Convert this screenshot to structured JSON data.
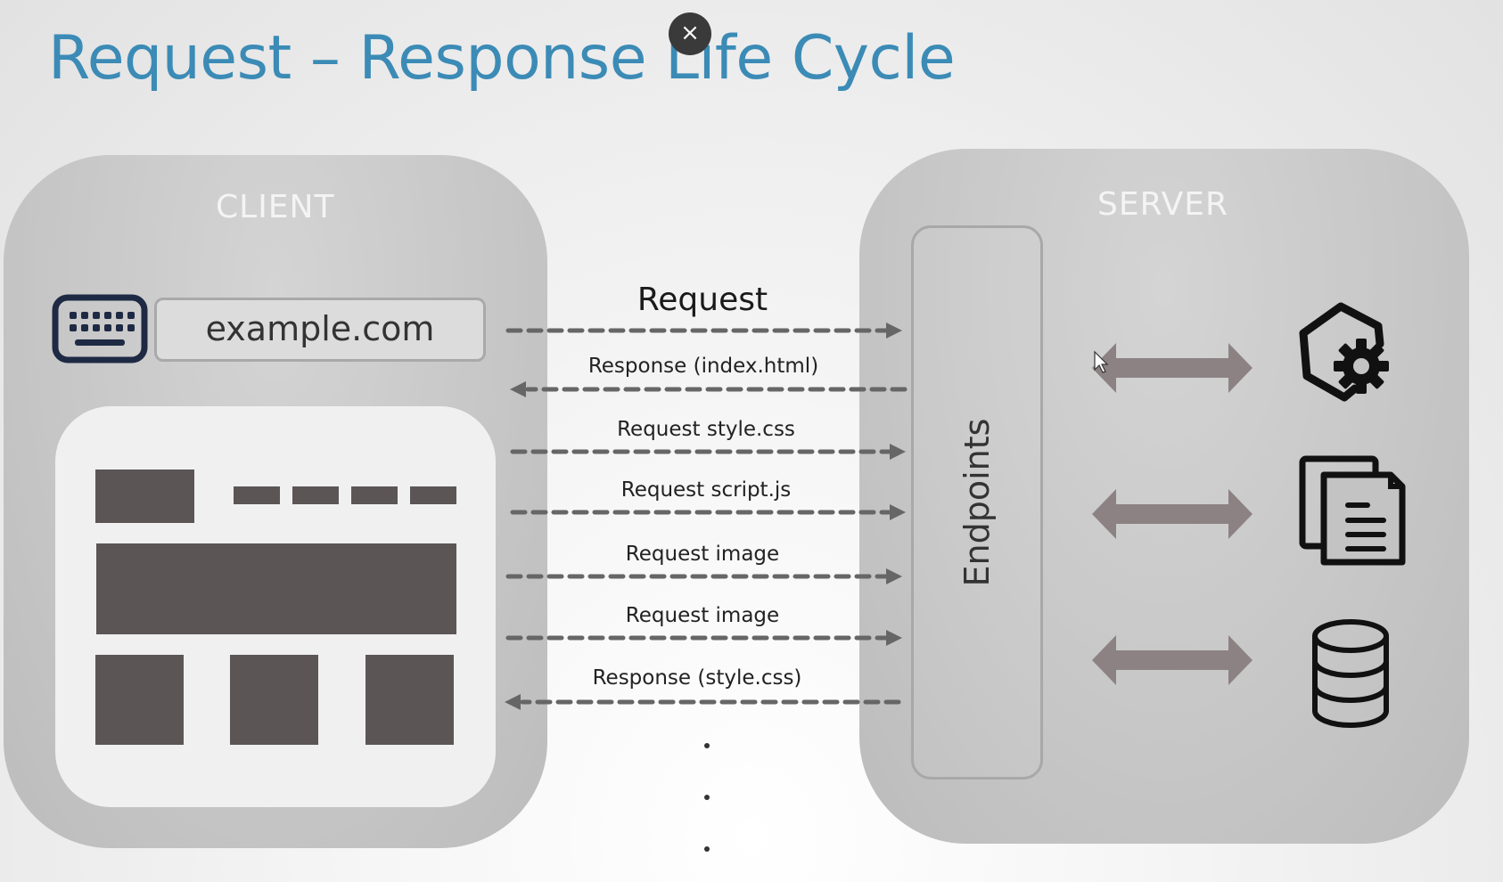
{
  "title": "Request – Response Life Cycle",
  "close_button_label": "×",
  "client": {
    "label": "CLIENT",
    "url": "example.com",
    "input_icon": "keyboard-icon"
  },
  "server": {
    "label": "SERVER",
    "endpoints_label": "Endpoints",
    "services": [
      {
        "icon": "app-settings-icon"
      },
      {
        "icon": "documents-icon"
      },
      {
        "icon": "database-icon"
      }
    ]
  },
  "flows": [
    {
      "label": "Request",
      "direction": "to-server"
    },
    {
      "label": "Response (index.html)",
      "direction": "to-client"
    },
    {
      "label": "Request style.css",
      "direction": "to-server"
    },
    {
      "label": "Request script.js",
      "direction": "to-server"
    },
    {
      "label": "Request image",
      "direction": "to-server"
    },
    {
      "label": "Request image",
      "direction": "to-server"
    },
    {
      "label": "Response (style.css)",
      "direction": "to-client"
    }
  ],
  "colors": {
    "title": "#3b8bb6",
    "panel": "#c6c6c6",
    "dark_block": "#5b5556",
    "dashed_arrow": "#666666",
    "service_arrow": "#8c8283",
    "keyboard": "#1e2a44"
  }
}
